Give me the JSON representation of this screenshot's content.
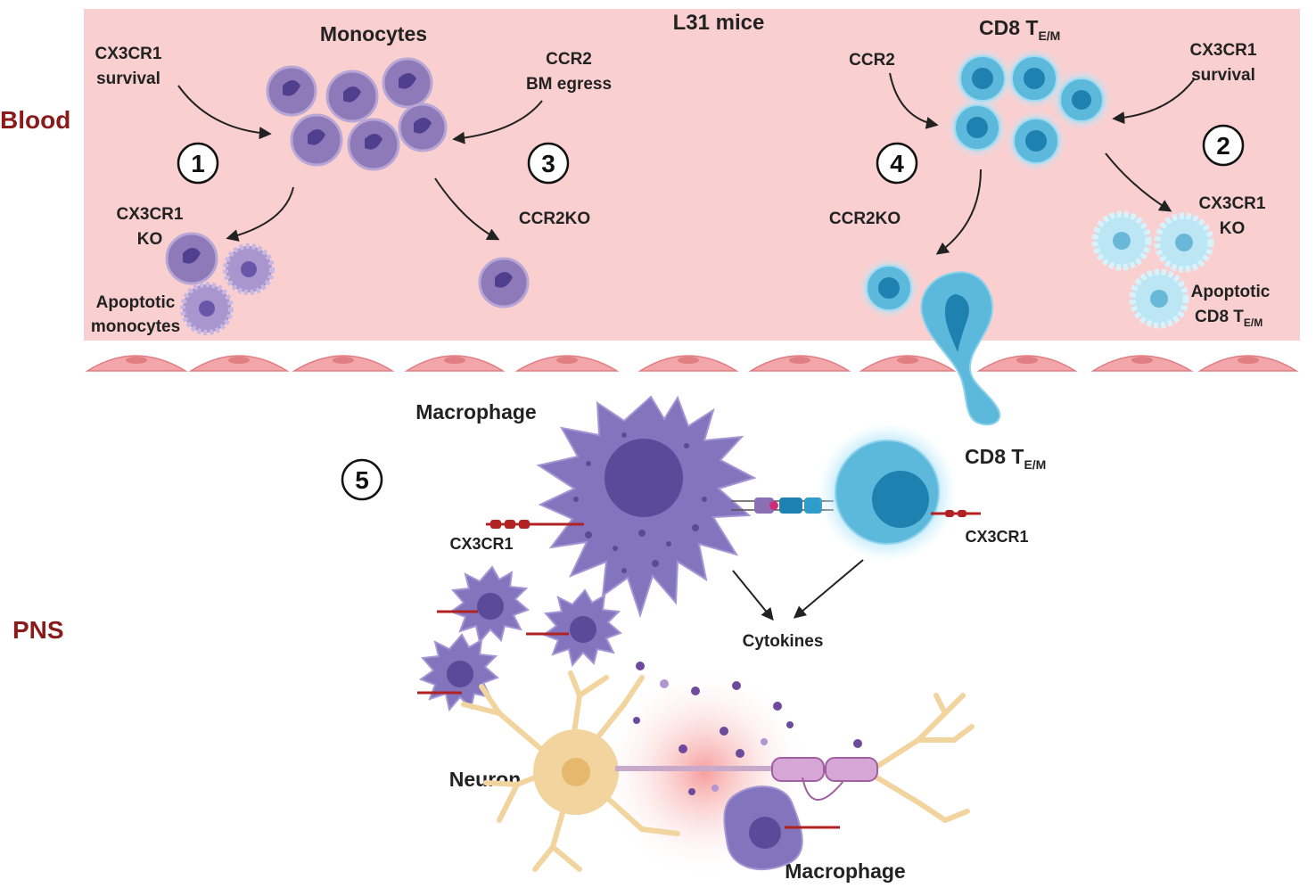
{
  "side_labels": {
    "blood": "Blood",
    "pns": "PNS"
  },
  "blood": {
    "title": "L31 mice",
    "monocytes": {
      "title": "Monocytes",
      "cx3cr1_survival": [
        "CX3CR1",
        "survival"
      ],
      "ccr2_egress": [
        "CCR2",
        "BM egress"
      ],
      "cx3cr1_ko": [
        "CX3CR1",
        "KO"
      ],
      "ccr2ko": "CCR2KO",
      "apoptotic": [
        "Apoptotic",
        "monocytes"
      ]
    },
    "cd8": {
      "title": "CD8 T",
      "title_sub": "E/M",
      "ccr2": "CCR2",
      "cx3cr1_survival": [
        "CX3CR1",
        "survival"
      ],
      "ccr2ko": "CCR2KO",
      "cx3cr1_ko": [
        "CX3CR1",
        "KO"
      ],
      "apoptotic_line1": "Apoptotic",
      "apoptotic_line2": "CD8 T",
      "apoptotic_sub": "E/M"
    },
    "steps": [
      "1",
      "2",
      "3",
      "4"
    ]
  },
  "pns": {
    "step": "5",
    "macrophage_top": "Macrophage",
    "cd8_title": "CD8 T",
    "cd8_sub": "E/M",
    "cx3cr1_left": "CX3CR1",
    "cx3cr1_right": "CX3CR1",
    "cytokines": "Cytokines",
    "neuron": "Neuron",
    "macrophage_bottom": "Macrophage"
  },
  "colors": {
    "blood_bg": "#f9cfd0",
    "monocyte": "#8e7ab8",
    "cd8": "#5db9dc",
    "macrophage": "#8274bd",
    "neuron": "#f2d49e",
    "endothelium": "#f2a6a9",
    "side_label": "#8b1a1a"
  }
}
